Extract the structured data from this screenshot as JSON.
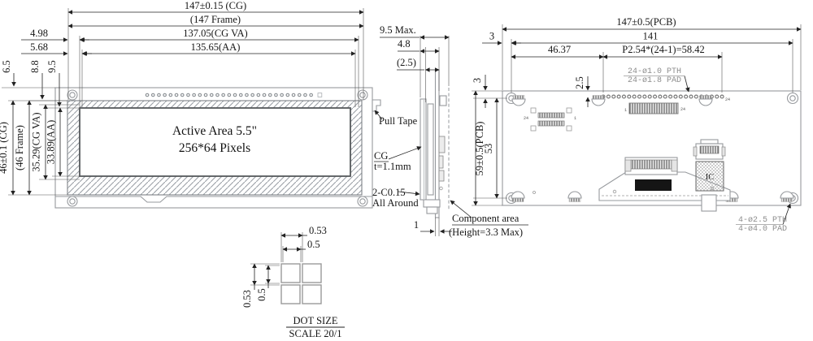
{
  "front": {
    "dims": {
      "width_cg": "147±0.15 (CG)",
      "width_frame": "(147 Frame)",
      "width_cgva": "137.05(CG VA)",
      "width_aa": "135.65(AA)",
      "offset_cgva": "4.98",
      "offset_aa": "5.68",
      "top_offset_frame": "6.5",
      "top_offset_cgva": "8.8",
      "top_offset_aa": "9.5",
      "height_cg": "46±0.1 (CG)",
      "height_frame": "(46 Frame)",
      "height_cgva": "35.29(CG VA)",
      "height_aa": "33.89(AA)"
    },
    "active_area": {
      "line1": "Active Area 5.5\"",
      "line2": "256*64 Pixels"
    },
    "labels": {
      "pull_tape": "Pull Tape"
    }
  },
  "side": {
    "dims": {
      "thickness_max": "9.5 Max.",
      "thickness_module": "4.8",
      "thickness_cell": "(2.5)",
      "bottom_gap": "1"
    },
    "labels": {
      "cg": "CG",
      "cg_thickness": "t=1.1mm",
      "chamfer": "2-C0.15",
      "chamfer2": "All Around",
      "component": "Component area",
      "component2": "(Height=3.3 Max)"
    }
  },
  "pcb": {
    "dims": {
      "width": "147±0.5(PCB)",
      "hole_span_h": "141",
      "pin1_offset": "46.37",
      "pin_pitch": "P2.54*(24-1)=58.42",
      "pin_row_offset": "2.5",
      "hole_edge_h": "3",
      "hole_edge_v": "3",
      "height": "59±0.5(PCB)",
      "hole_span_v": "53"
    },
    "labels": {
      "pin_holes": "24-ø1.0 PTH",
      "pin_pads": "24-ø1.8 PAD",
      "mount_holes": "4-ø2.5 PTH",
      "mount_pads": "4-ø4.0 PAD",
      "ic": "IC",
      "pin24": "24",
      "conn_pin1": "1",
      "conn_pin24": "24",
      "fp_pin24": "24",
      "fp_pin1": "1"
    }
  },
  "dot": {
    "pitch_h": "0.53",
    "size_h": "0.5",
    "pitch_v": "0.53",
    "size_v": "0.5",
    "title": "DOT SIZE",
    "scale": "SCALE 20/1"
  }
}
